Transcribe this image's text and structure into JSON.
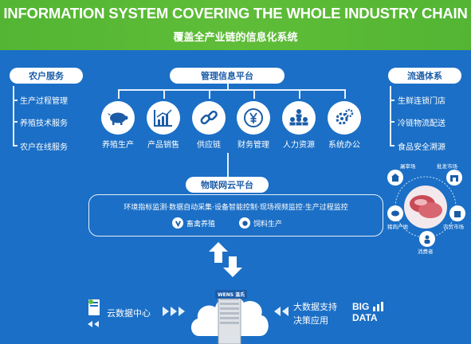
{
  "header": {
    "title_en": "INFORMATION SYSTEM COVERING THE WHOLE INDUSTRY CHAIN",
    "title_cn": "覆盖全产业链的信息化系统"
  },
  "left": {
    "title": "农户服务",
    "items": [
      "生产过程管理",
      "养殖技术服务",
      "农户在线服务"
    ]
  },
  "center": {
    "title": "管理信息平台",
    "modules": [
      {
        "label": "养殖生产",
        "icon": "pig-icon"
      },
      {
        "label": "产品销售",
        "icon": "bar-chart-icon"
      },
      {
        "label": "供应链",
        "icon": "chain-link-icon"
      },
      {
        "label": "财务管理",
        "icon": "yuan-coin-icon"
      },
      {
        "label": "人力资源",
        "icon": "people-hierarchy-icon"
      },
      {
        "label": "系统办公",
        "icon": "gears-icon"
      }
    ]
  },
  "right": {
    "title": "流通体系",
    "items": [
      "生鲜连锁门店",
      "冷链物流配送",
      "食品安全溯源"
    ],
    "cycle_labels": [
      "屠宰场",
      "批发市场",
      "农贸市场",
      "消费者",
      "猪肉产地"
    ]
  },
  "iot": {
    "title": "物联网云平台",
    "desc": "环境指标监测·数据自动采集·设备智能控制·现场视频监控·生产过程监控",
    "tags": [
      "畜禽养殖",
      "饲料生产"
    ]
  },
  "bottom": {
    "cloud_center": "云数据中心",
    "bigdata_support": [
      "大数据支持",
      "决策应用"
    ],
    "big_data_logo": [
      "BIG",
      "DATA"
    ],
    "brand": "WENS 温氏"
  },
  "colors": {
    "background": "#1b6fc6",
    "header_green": "#5fbd38",
    "accent_blue": "#1b5ca8"
  }
}
